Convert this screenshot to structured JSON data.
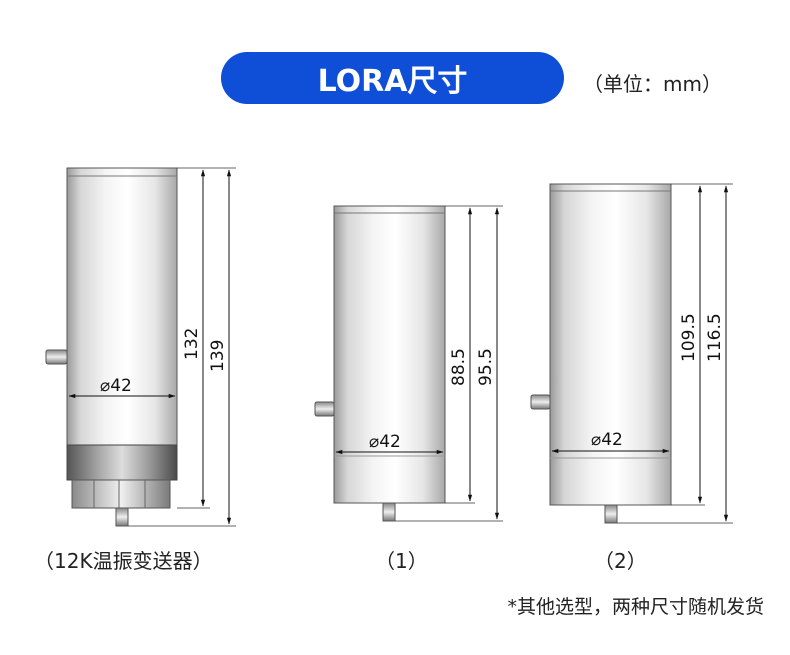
{
  "header": {
    "title": "LORA尺寸",
    "unit_note": "（单位：mm）",
    "title_bg_color": "#0f4fd8"
  },
  "figures": [
    {
      "id": "12k",
      "caption": "（12K温振变送器）",
      "diameter_label": "⌀42",
      "height_inner_label": "132",
      "height_outer_label": "139"
    },
    {
      "id": "1",
      "caption": "（1）",
      "diameter_label": "⌀42",
      "height_inner_label": "88.5",
      "height_outer_label": "95.5"
    },
    {
      "id": "2",
      "caption": "（2）",
      "diameter_label": "⌀42",
      "height_inner_label": "109.5",
      "height_outer_label": "116.5"
    }
  ],
  "footnote": "*其他选型，两种尺寸随机发货"
}
